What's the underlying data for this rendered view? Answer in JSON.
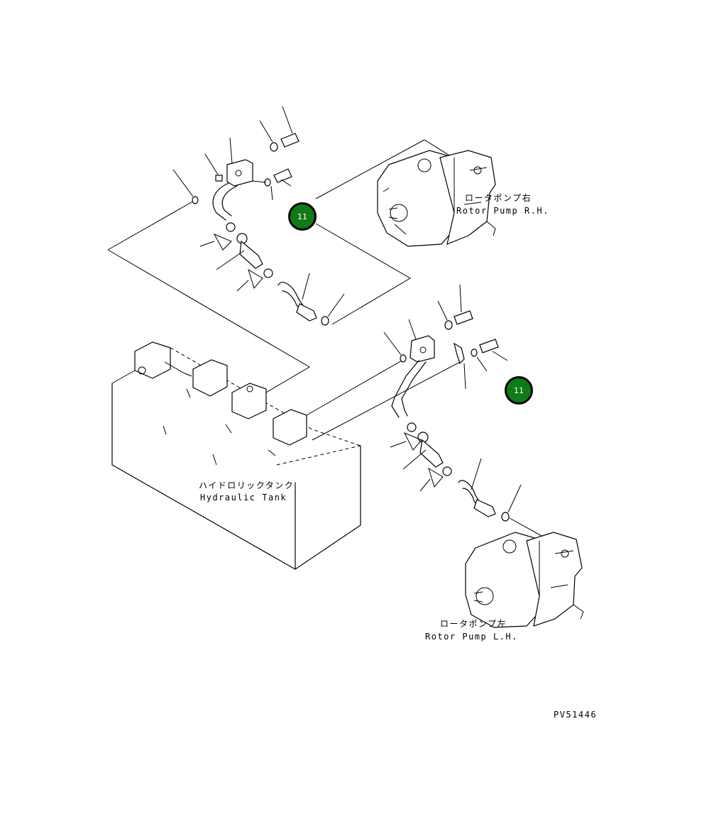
{
  "labels": {
    "pump_rh_jp": "ロータポンプ右",
    "pump_rh_en": "Rotor Pump R.H.",
    "tank_jp": "ハイドロリックタンク",
    "tank_en": "Hydraulic Tank",
    "pump_lh_jp": "ロータポンプ左",
    "pump_lh_en": "Rotor Pump L.H.",
    "drawing_code": "PV51446"
  },
  "callouts": [
    {
      "number": "11"
    },
    {
      "number": "11"
    }
  ],
  "colors": {
    "callout_fill": "#0f7a16",
    "callout_border": "#000000",
    "line": "#000000",
    "background": "#ffffff"
  }
}
